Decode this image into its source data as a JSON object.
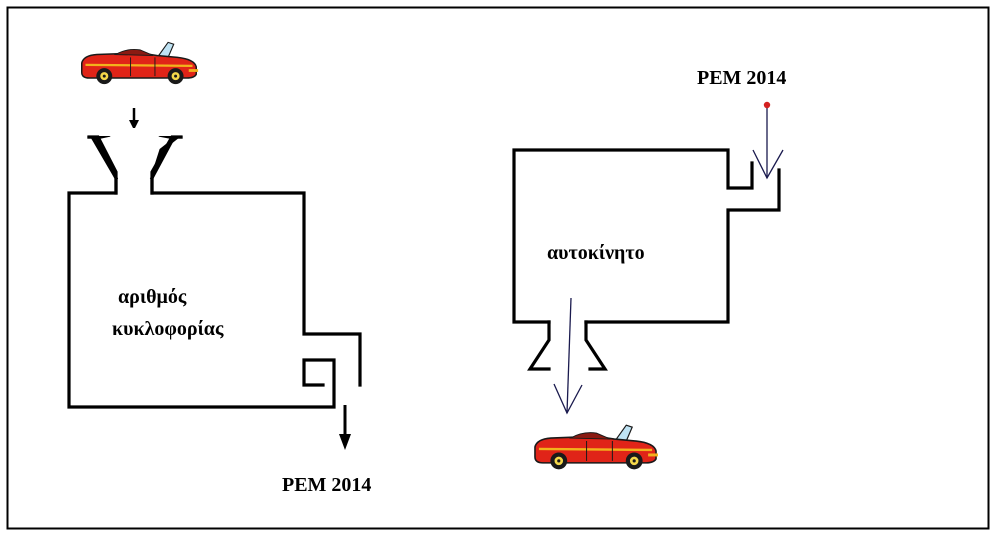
{
  "left_machine": {
    "label_line1": "αριθμός",
    "label_line2": "κυκλοφορίας",
    "output_label": "PEM 2014"
  },
  "right_machine": {
    "label": "αυτοκίνητο",
    "input_label": "PEM 2014"
  },
  "colors": {
    "ink": "#000000",
    "arrow_thin": "#1a1a4e",
    "dot": "#d42020",
    "car_body": "#e02418",
    "car_trim": "#f2b21c",
    "frame": "#000000"
  },
  "icons": {
    "car": "red-convertible-car-icon"
  }
}
